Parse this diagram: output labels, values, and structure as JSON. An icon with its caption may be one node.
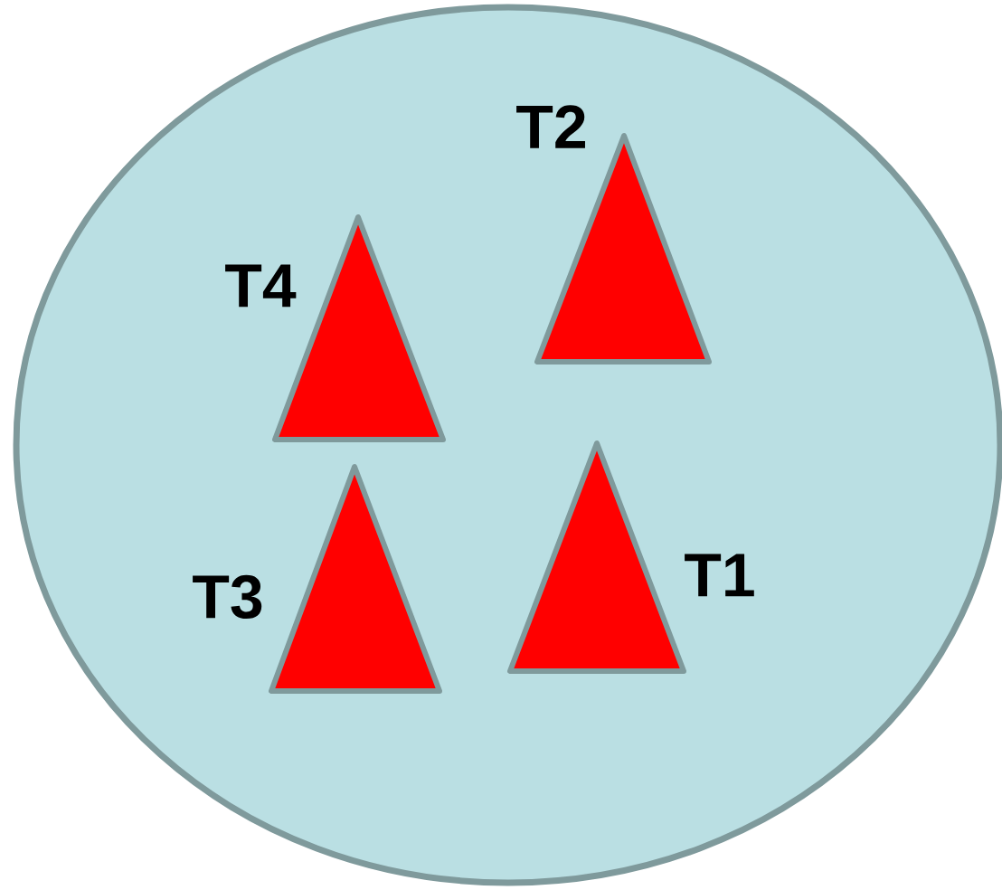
{
  "diagram": {
    "nodes": [
      {
        "text": [],
        "shape": "ellipse"
      },
      {
        "text": [
          "T4"
        ],
        "in": 0
      },
      {
        "text": [
          "T2"
        ],
        "in": 0
      },
      {
        "text": [
          "T3"
        ],
        "in": 0
      },
      {
        "text": [
          "T1"
        ],
        "in": 0
      }
    ]
  }
}
